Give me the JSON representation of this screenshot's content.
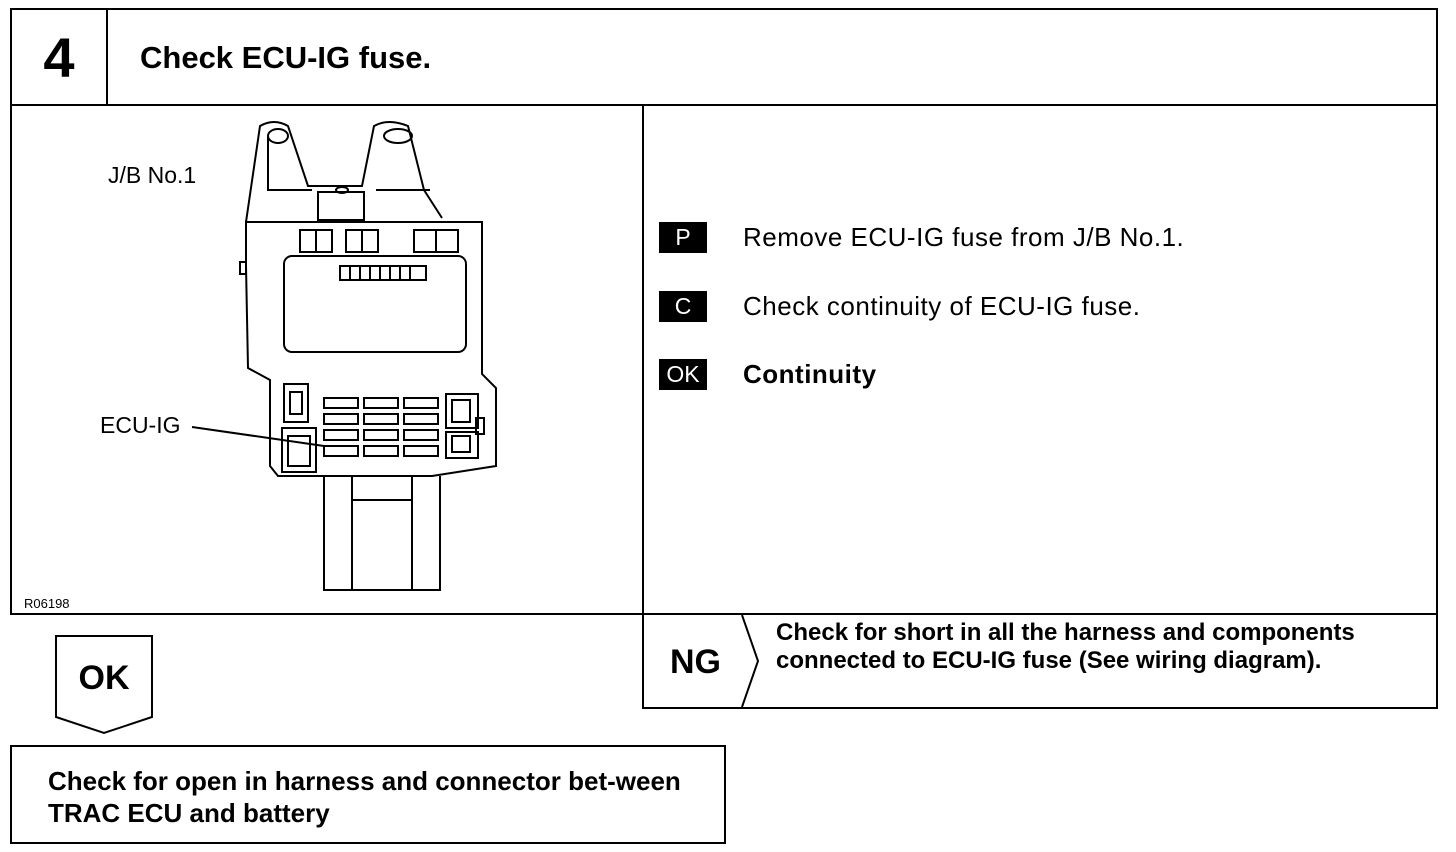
{
  "header": {
    "step_number": "4",
    "title": "Check ECU-IG fuse."
  },
  "diagram": {
    "jb_label": "J/B No.1",
    "fuse_label": "ECU-IG",
    "figure_id": "R06198"
  },
  "procedure": [
    {
      "badge": "P",
      "text": "Remove ECU-IG fuse from J/B No.1."
    },
    {
      "badge": "C",
      "text": "Check continuity of ECU-IG fuse."
    },
    {
      "badge": "OK",
      "text": "Continuity"
    }
  ],
  "ng": {
    "label": "NG",
    "text": "Check for short in all the harness and components connected to ECU-IG fuse (See wiring diagram)."
  },
  "ok": {
    "label": "OK",
    "next_step": "Check for open in harness and connector bet-ween TRAC ECU and battery"
  }
}
